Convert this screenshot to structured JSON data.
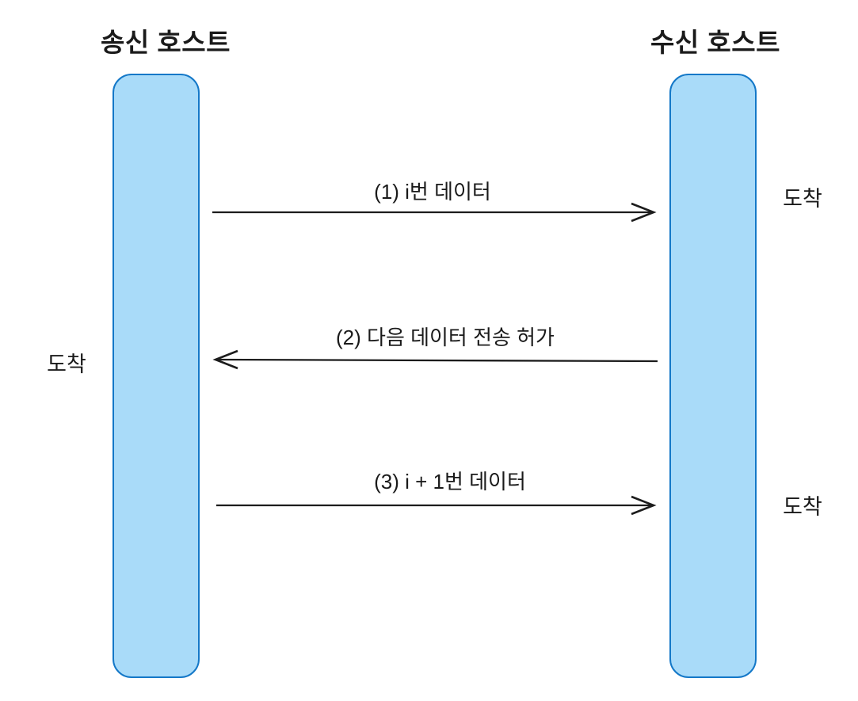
{
  "hosts": {
    "sender": {
      "title": "송신 호스트"
    },
    "receiver": {
      "title": "수신 호스트"
    }
  },
  "messages": [
    {
      "label": "(1) i번 데이터",
      "direction": "left-to-right",
      "arrival_label": "도착",
      "arrival_side": "receiver"
    },
    {
      "label": "(2) 다음 데이터 전송 허가",
      "direction": "right-to-left",
      "arrival_label": "도착",
      "arrival_side": "sender"
    },
    {
      "label": "(3) i + 1번 데이터",
      "direction": "left-to-right",
      "arrival_label": "도착",
      "arrival_side": "receiver"
    }
  ],
  "colors": {
    "lifeline_fill": "#a9dbf9",
    "lifeline_border": "#1478c8",
    "arrow": "#1c1c1c",
    "text": "#1a1a1a",
    "background": "#ffffff"
  }
}
